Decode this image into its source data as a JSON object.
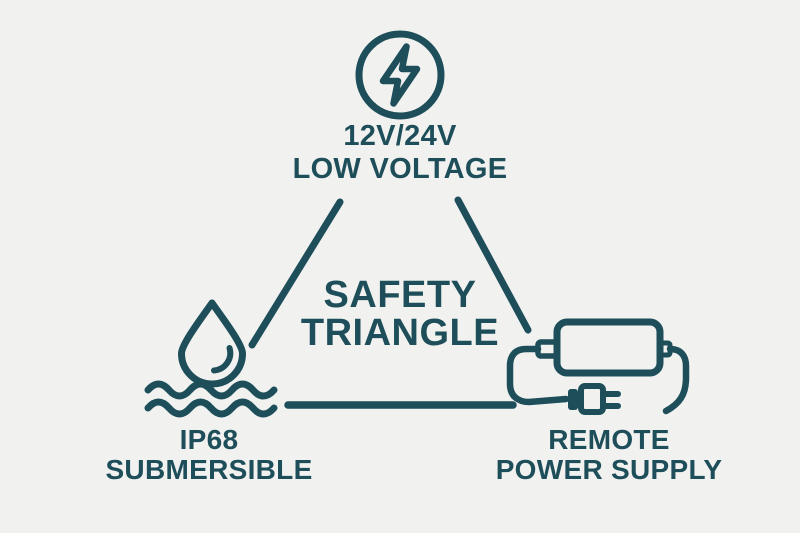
{
  "colors": {
    "background": "#f1f1f0",
    "ink": "#1d4e5a"
  },
  "title": {
    "line1": "SAFETY",
    "line2": "TRIANGLE"
  },
  "nodes": {
    "top": {
      "icon": "lightning-bolt-circle-icon",
      "label_line1": "12V/24V",
      "label_line2": "LOW VOLTAGE"
    },
    "bottom_left": {
      "icon": "water-drop-waves-icon",
      "label_line1": "IP68",
      "label_line2": "SUBMERSIBLE"
    },
    "bottom_right": {
      "icon": "power-adapter-plug-icon",
      "label_line1": "REMOTE",
      "label_line2": "POWER SUPPLY"
    }
  }
}
